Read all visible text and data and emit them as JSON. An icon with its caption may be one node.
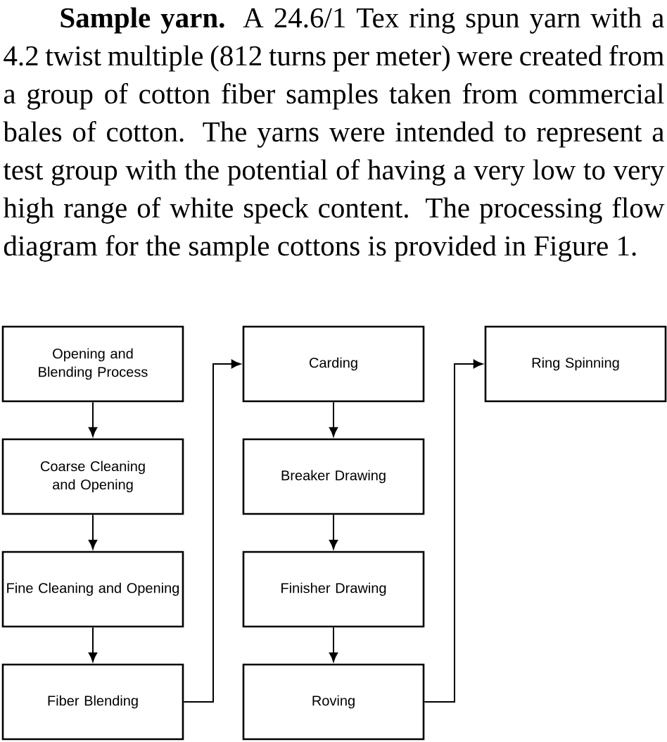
{
  "diagram": {
    "nodes": [
      {
        "text": [
          "Opening and Blending Process"
        ]
      },
      {
        "text": [
          "Coarse Cleaning and Opening"
        ]
      },
      {
        "text": [
          "Fine Cleaning and Opening"
        ]
      },
      {
        "text": [
          "Fiber Blending"
        ]
      },
      {
        "text": [
          "Carding"
        ]
      },
      {
        "text": [
          "Breaker Drawing"
        ]
      },
      {
        "text": [
          "Finisher Drawing"
        ]
      },
      {
        "text": [
          "Roving"
        ]
      },
      {
        "text": [
          "Ring Spinning"
        ]
      }
    ],
    "edges": [
      {
        "from": 0,
        "to": 1,
        "arrow": "to"
      },
      {
        "from": 1,
        "to": 2,
        "arrow": "to"
      },
      {
        "from": 2,
        "to": 3,
        "arrow": "to"
      },
      {
        "from": 3,
        "to": 4,
        "arrow": "to"
      },
      {
        "from": 4,
        "to": 5,
        "arrow": "to"
      },
      {
        "from": 5,
        "to": 6,
        "arrow": "to"
      },
      {
        "from": 6,
        "to": 7,
        "arrow": "to"
      },
      {
        "from": 7,
        "to": 8,
        "arrow": "to"
      }
    ],
    "labels": [
      "**Sample yarn.** A 24.6/1 Tex ring spun yarn with a 4.2 twist multiple (812 turns per meter) were created from a group of cotton fiber samples taken from commercial bales of cotton. The yarns were intended to represent a test group with the potential of having a very low to very high range of white speck content. The processing flow diagram for the sample cottons is provided in Figure 1."
    ]
  }
}
